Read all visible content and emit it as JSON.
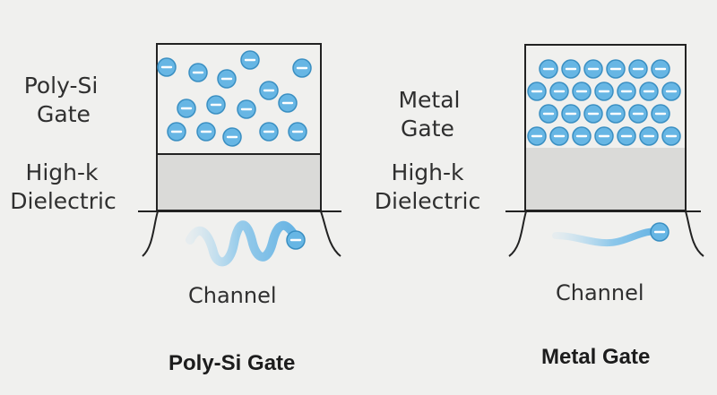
{
  "diagram": {
    "left_panel": {
      "gate_label_line1": "Poly-Si",
      "gate_label_line2": "Gate",
      "dielectric_label_line1": "High-k",
      "dielectric_label_line2": "Dielectric",
      "channel_label": "Channel",
      "caption": "Poly-Si Gate"
    },
    "right_panel": {
      "gate_label_line1": "Metal",
      "gate_label_line2": "Gate",
      "dielectric_label_line1": "High-k",
      "dielectric_label_line2": "Dielectric",
      "channel_label": "Channel",
      "caption": "Metal Gate"
    }
  },
  "colors": {
    "background": "#f0f0ee",
    "box_border": "#222222",
    "dielectric_fill": "#dadad8",
    "electron_fill": "#67b6e4",
    "electron_stroke": "#3a8fc2",
    "channel_wave": "#6fb7e6",
    "label_text": "#2f2f2f",
    "caption_text": "#1c1c1c"
  },
  "icons": {
    "electron_icon": "electron-icon"
  }
}
